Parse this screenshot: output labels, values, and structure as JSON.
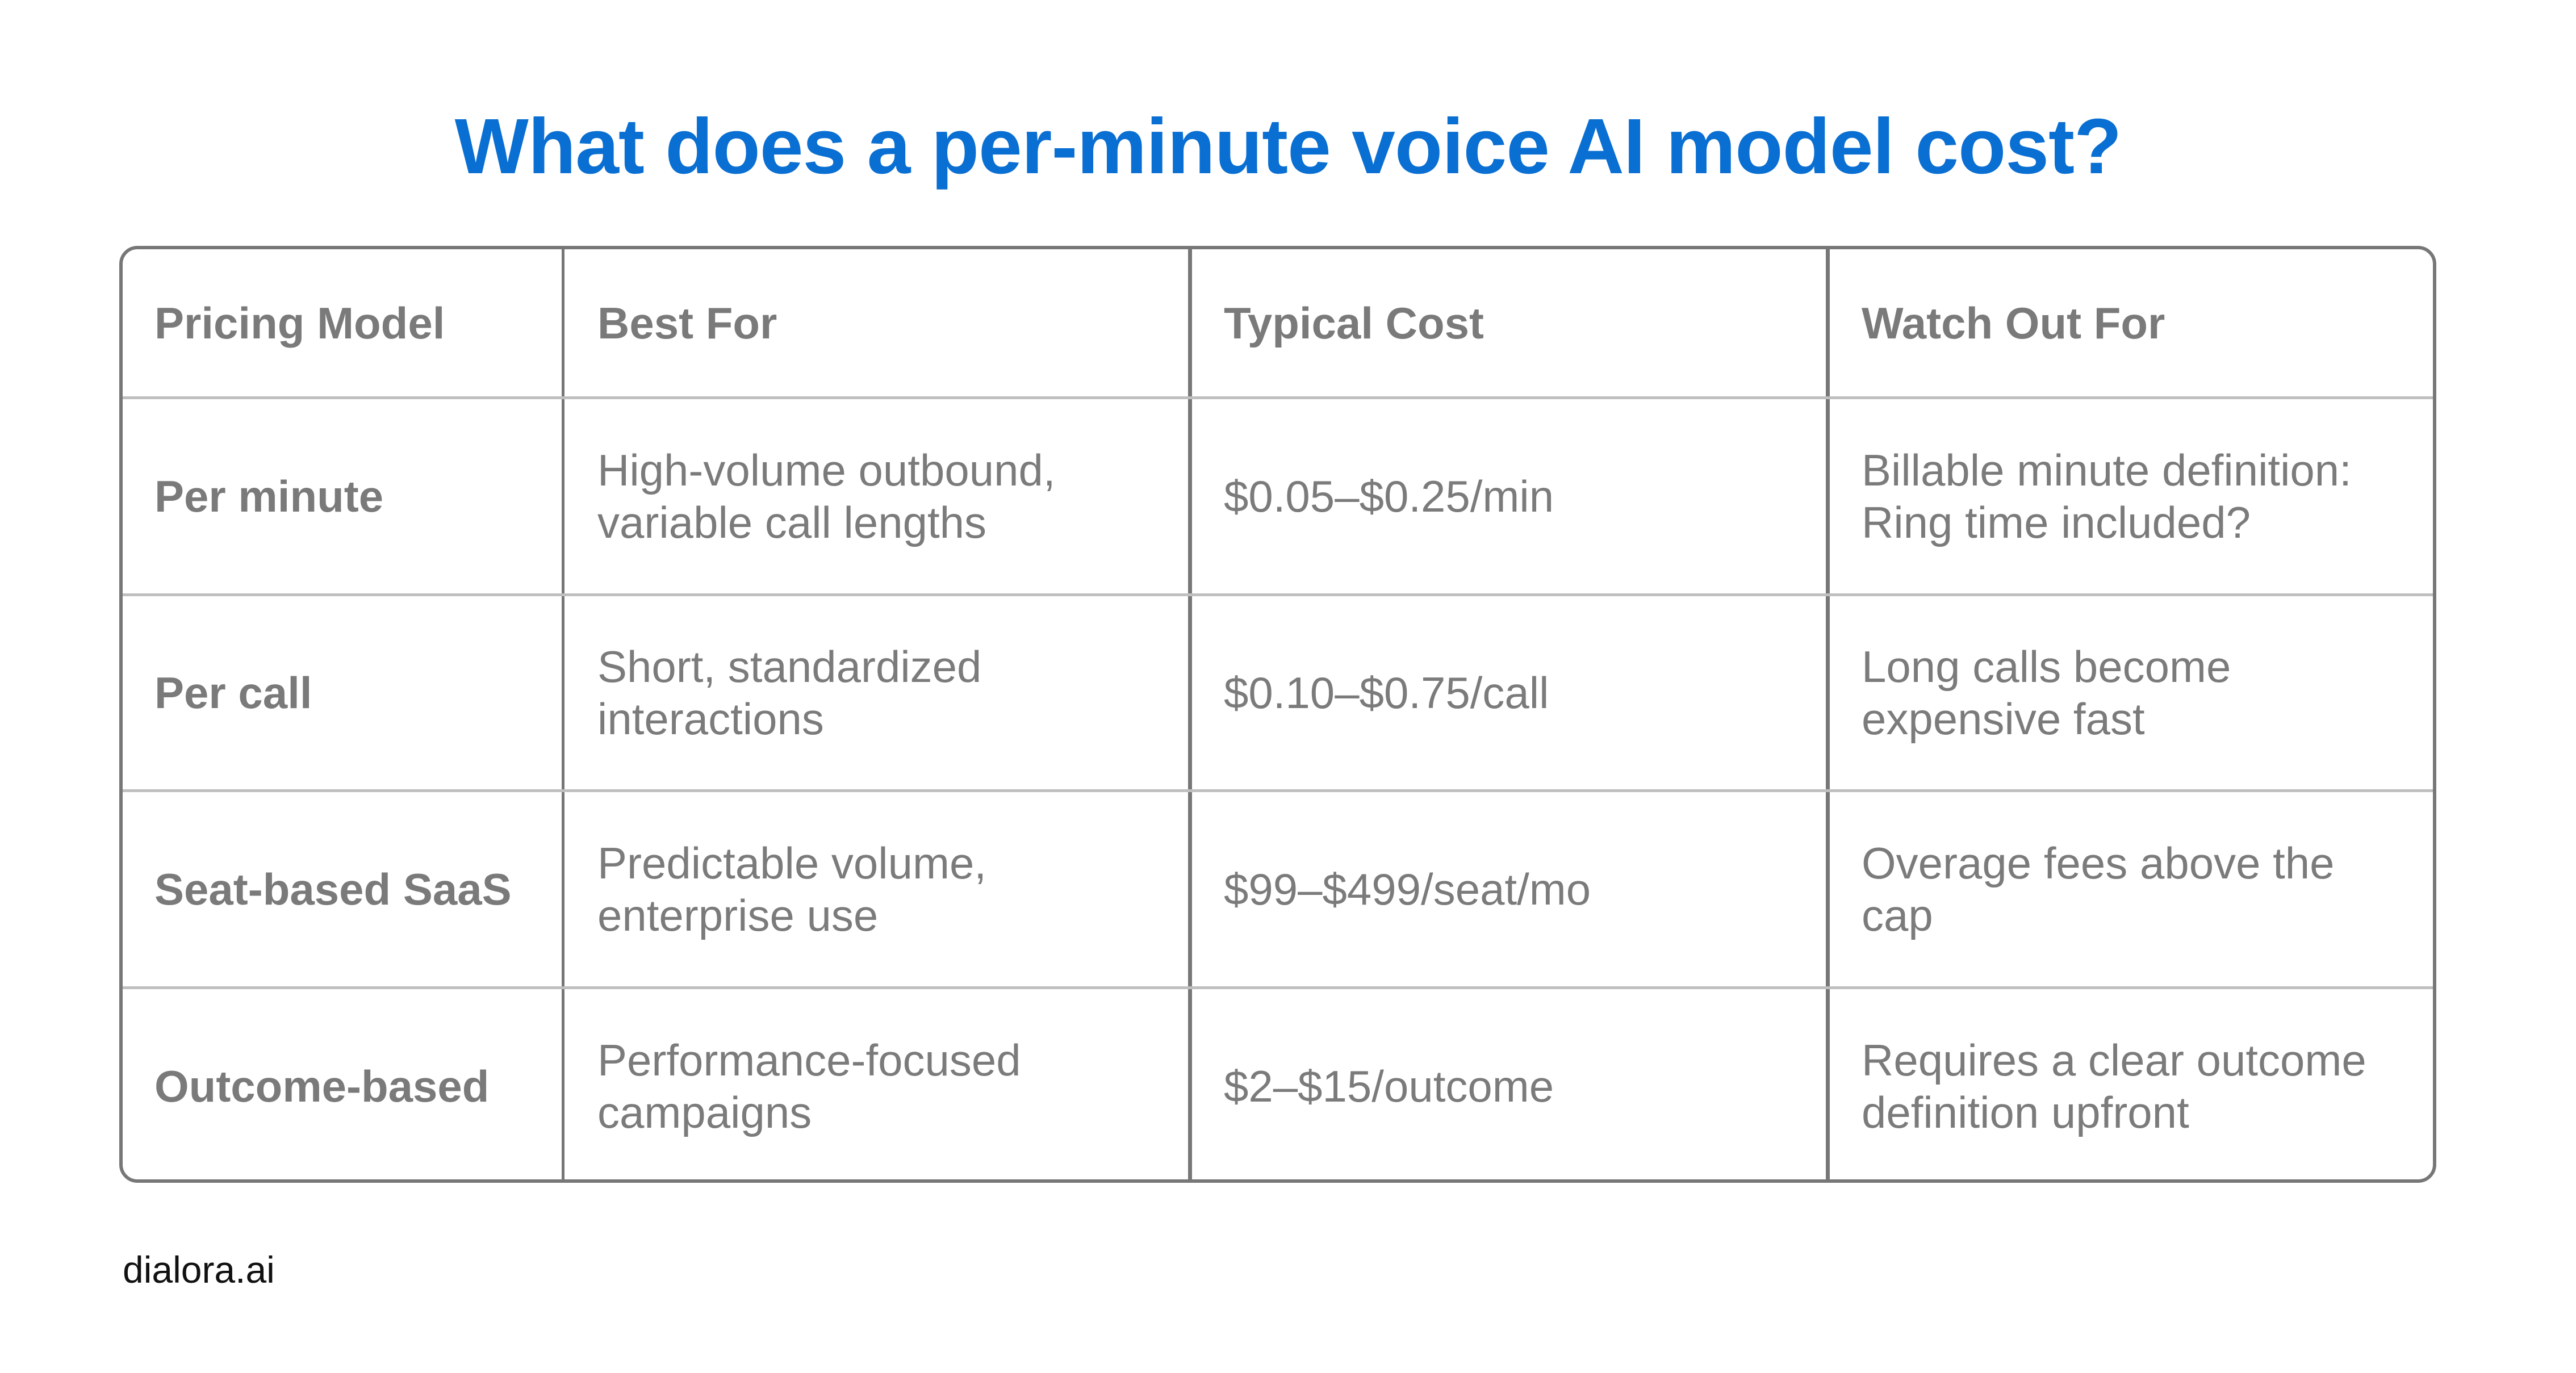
{
  "title": "What does a per-minute voice AI model cost?",
  "table": {
    "headers": [
      "Pricing Model",
      "Best For",
      "Typical Cost",
      "Watch Out For"
    ],
    "rows": [
      {
        "model": "Per minute",
        "best_for": [
          "High-volume outbound,",
          "variable call lengths"
        ],
        "cost": "$0.05–$0.25/min",
        "watch_out": [
          "Billable minute definition:",
          "Ring time included?"
        ]
      },
      {
        "model": "Per call",
        "best_for": [
          "Short, standardized",
          "interactions"
        ],
        "cost": "$0.10–$0.75/call",
        "watch_out": [
          "Long calls become",
          "expensive fast"
        ]
      },
      {
        "model": "Seat-based SaaS",
        "best_for": [
          "Predictable volume,",
          "enterprise use"
        ],
        "cost": "$99–$499/seat/mo",
        "watch_out": [
          "Overage fees above the",
          "cap"
        ]
      },
      {
        "model": "Outcome-based",
        "best_for": [
          "Performance-focused",
          "campaigns"
        ],
        "cost": "$2–$15/outcome",
        "watch_out": [
          "Requires a clear outcome",
          "definition upfront"
        ]
      }
    ]
  },
  "footer": {
    "brand": "dialora.ai"
  },
  "colors": {
    "title": "#0a6fd2",
    "text": "#7b7b7b",
    "border": "#777777",
    "row_divider": "#bfbfbf",
    "brand": "#111111"
  }
}
